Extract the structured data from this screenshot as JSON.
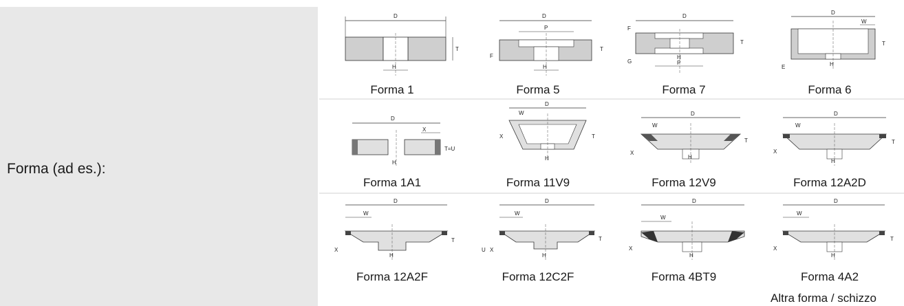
{
  "row_label": "Forma (ad es.):",
  "forms": [
    {
      "label": "Forma 1"
    },
    {
      "label": "Forma 5"
    },
    {
      "label": "Forma 7"
    },
    {
      "label": "Forma 6"
    },
    {
      "label": "Forma 1A1"
    },
    {
      "label": "Forma 11V9"
    },
    {
      "label": "Forma 12V9"
    },
    {
      "label": "Forma 12A2D"
    },
    {
      "label": "Forma 12A2F"
    },
    {
      "label": "Forma 12C2F"
    },
    {
      "label": "Forma 4BT9"
    },
    {
      "label": "Forma 4A2"
    }
  ],
  "other_label": "Altra forma / schizzo",
  "dim_labels": {
    "d": "D",
    "t": "T",
    "h": "H",
    "p": "P",
    "f": "F",
    "g": "G",
    "w": "W",
    "x": "X",
    "u": "U",
    "tu": "T=U",
    "e": "E"
  }
}
